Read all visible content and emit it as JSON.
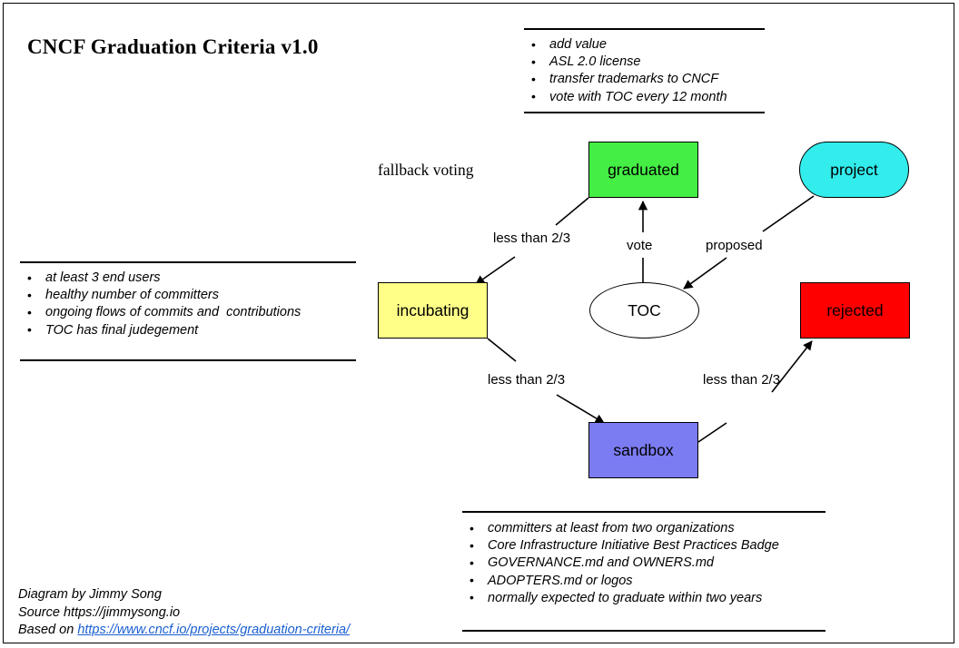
{
  "title": "CNCF Graduation Criteria v1.0",
  "notes": {
    "top_right": [
      "add value",
      "ASL 2.0 license",
      "transfer trademarks to CNCF",
      "vote with TOC every 12 month"
    ],
    "left": [
      "at least 3 end users",
      "healthy number of committers",
      "ongoing flows of commits and  contributions",
      "TOC has final judegement"
    ],
    "bottom": [
      "committers at least from two organizations",
      "Core Infrastructure Initiative Best Practices Badge",
      "GOVERNANCE.md and OWNERS.md",
      "ADOPTERS.md or logos",
      "normally expected to graduate within two years"
    ]
  },
  "graph": {
    "nodes": [
      {
        "id": "graduated",
        "label": "graduated",
        "shape": "rect",
        "color": "#44ee44"
      },
      {
        "id": "project",
        "label": "project",
        "shape": "stadium",
        "color": "#33ecec"
      },
      {
        "id": "incubating",
        "label": "incubating",
        "shape": "rect",
        "color": "#ffff88"
      },
      {
        "id": "rejected",
        "label": "rejected",
        "shape": "rect",
        "color": "#fe0000"
      },
      {
        "id": "sandbox",
        "label": "sandbox",
        "shape": "rect",
        "color": "#7b7bf2"
      },
      {
        "id": "toc",
        "label": "TOC",
        "shape": "ellipse",
        "color": "#ffffff"
      }
    ],
    "edges": [
      {
        "from": "project",
        "to": "toc",
        "label": "proposed"
      },
      {
        "from": "toc",
        "to": "graduated",
        "label": "vote"
      },
      {
        "from": "graduated",
        "to": "incubating",
        "label": "less than 2/3"
      },
      {
        "from": "incubating",
        "to": "sandbox",
        "label": "less than 2/3"
      },
      {
        "from": "sandbox",
        "to": "rejected",
        "label": "less than 2/3"
      }
    ],
    "annotation": "fallback voting"
  },
  "credits": {
    "line1": "Diagram by Jimmy Song",
    "line2": "Source https://jimmysong.io",
    "line3_prefix": "Based on ",
    "line3_link": "https://www.cncf.io/projects/graduation-criteria/",
    "link_color": "#1a5fd0"
  }
}
